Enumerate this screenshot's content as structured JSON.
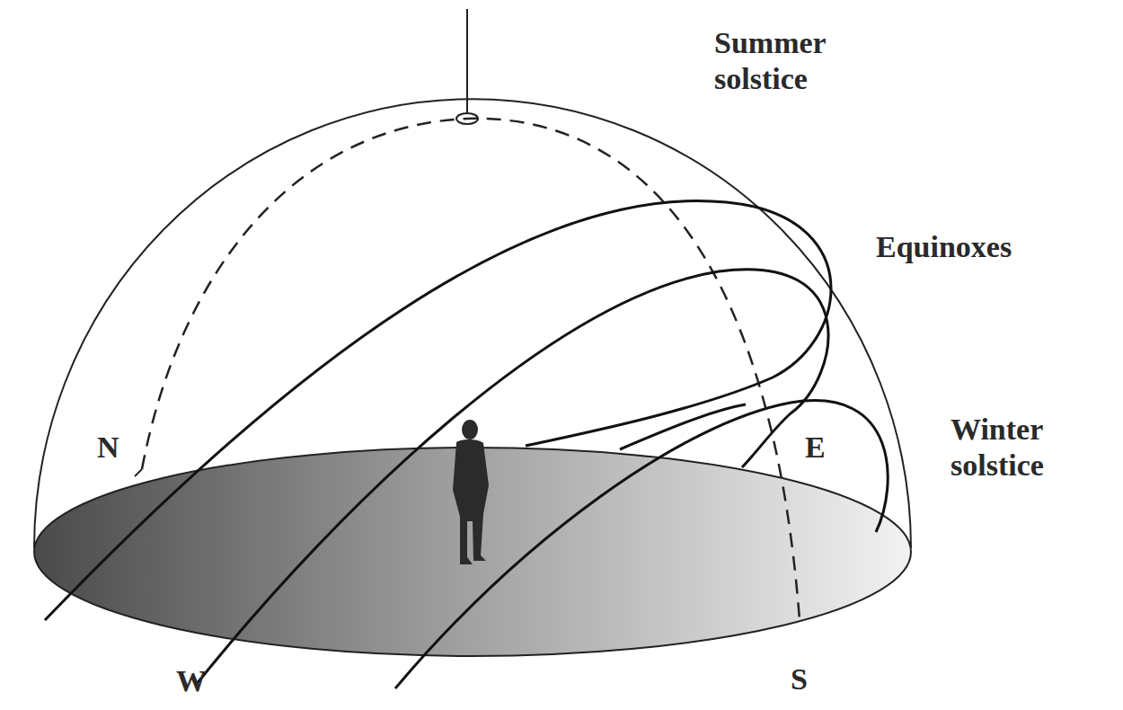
{
  "diagram": {
    "labels": [
      "Summer solstice",
      "Equinoxes",
      "Winter solstice",
      "N",
      "E",
      "W",
      "S"
    ]
  }
}
